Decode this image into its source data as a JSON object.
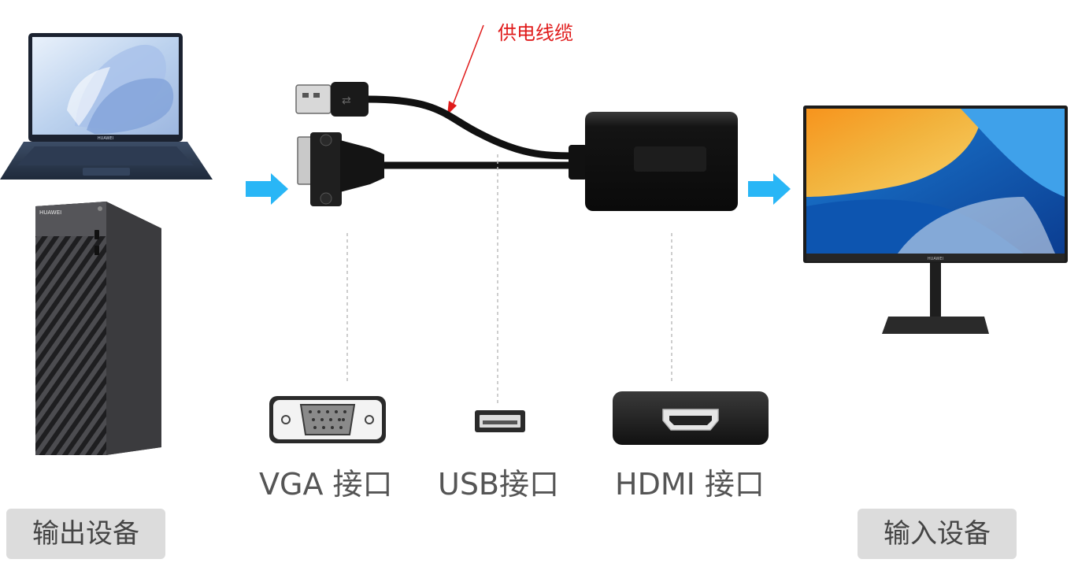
{
  "annotations": {
    "power_cable": "供电线缆"
  },
  "ports": {
    "vga": "VGA 接口",
    "usb": "USB接口",
    "hdmi": "HDMI 接口"
  },
  "devices": {
    "output": "输出设备",
    "input": "输入设备",
    "laptop_brand": "HUAWEI",
    "desktop_brand": "HUAWEI",
    "monitor_brand": "HUAWEI"
  },
  "colors": {
    "flow_arrow": "#29b6f6",
    "annotation": "#e01b1b",
    "label_background": "#dcdcdc",
    "label_text": "#444444",
    "port_text": "#555555"
  },
  "icons": {
    "flow_arrow": "right-arrow-icon",
    "pointer": "red-pointer-arrow-icon"
  }
}
